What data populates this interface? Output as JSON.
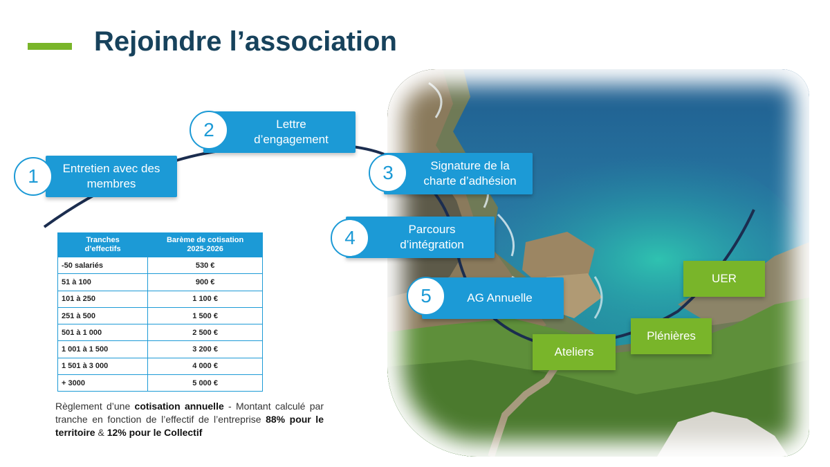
{
  "header": {
    "title": "Rejoindre l’association"
  },
  "steps": [
    {
      "number": "1",
      "line1": "Entretien avec des",
      "line2": "membres"
    },
    {
      "number": "2",
      "line1": "Lettre",
      "line2": "d’engagement"
    },
    {
      "number": "3",
      "line1": "Signature de la",
      "line2": "charte d’adhésion"
    },
    {
      "number": "4",
      "line1": "Parcours",
      "line2": "d’intégration"
    },
    {
      "number": "5",
      "line1": "AG Annuelle"
    }
  ],
  "extras": {
    "ateliers": "Ateliers",
    "plenieres": "Plénières",
    "uer": "UER"
  },
  "table": {
    "headers": [
      {
        "line1": "Tranches",
        "line2": "d’effectifs"
      },
      {
        "line1": "Barème de cotisation",
        "line2": "2025-2026"
      }
    ],
    "rows": [
      {
        "range": "-50 salariés",
        "amount": "530 €"
      },
      {
        "range": "51 à 100",
        "amount": "900 €"
      },
      {
        "range": "101 à 250",
        "amount": "1 100 €"
      },
      {
        "range": "251 à 500",
        "amount": "1 500 €"
      },
      {
        "range": "501 à 1 000",
        "amount": "2 500 €"
      },
      {
        "range": "1 001 à 1 500",
        "amount": "3 200 €"
      },
      {
        "range": "1 501 à 3 000",
        "amount": "4 000 €"
      },
      {
        "range": "+ 3000",
        "amount": "5 000 €"
      }
    ]
  },
  "note": {
    "p1": "Règlement d’une ",
    "b1": "cotisation annuelle",
    "p2": " - Montant calculé par tranche en fonction de l’effectif de l’entreprise ",
    "b2": "88% pour le territoire",
    "p3": " & ",
    "b3": "12% pour le Collectif"
  },
  "colors": {
    "accent_blue": "#1c9ad6",
    "accent_green": "#79b52a",
    "title": "#17425c",
    "curve": "#1b2d4f"
  }
}
